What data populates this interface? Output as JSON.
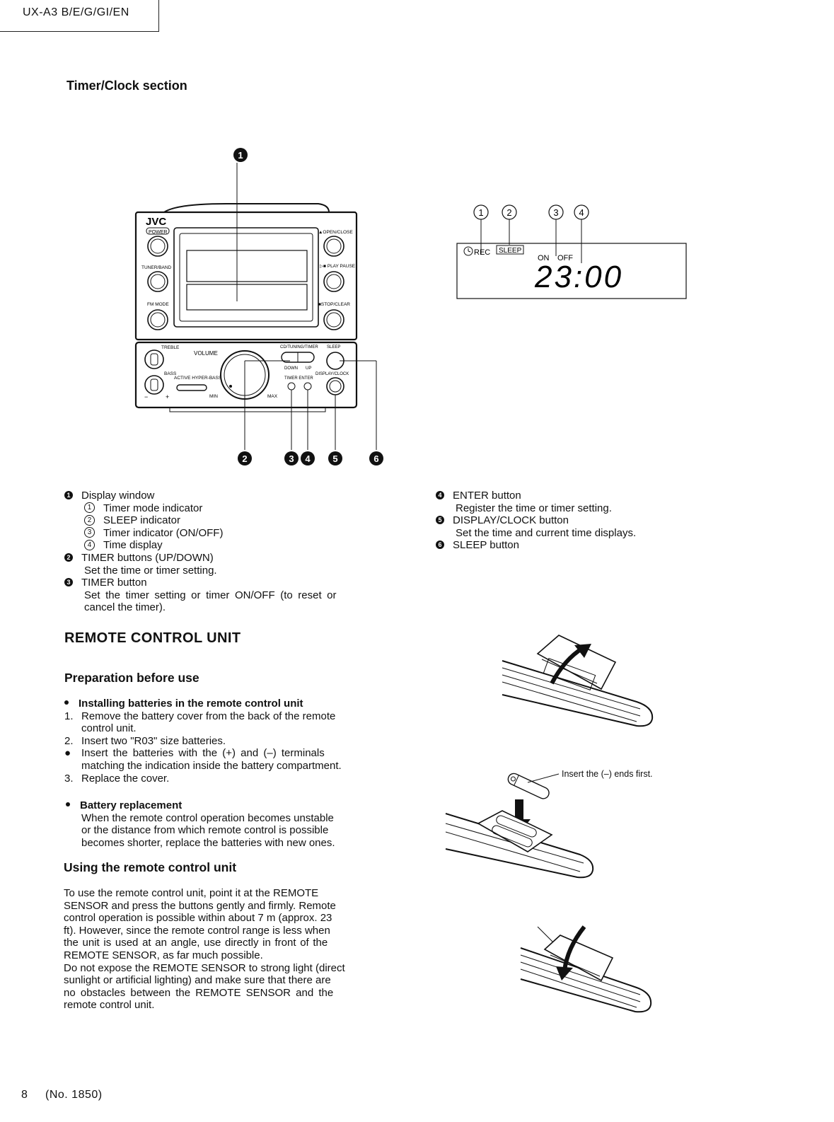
{
  "header": {
    "model": "UX-A3 B/E/G/GI/EN"
  },
  "timer_section": {
    "title": "Timer/Clock section"
  },
  "unit_figure": {
    "brand": "JVC",
    "labels": {
      "power": "POWER",
      "tuner_band": "TUNER/BAND",
      "fm_mode": "FM MODE",
      "open_close": "▲OPEN/CLOSE",
      "play_pause": "▷■ PLAY PAUSE",
      "stop_clear": "■STOP/CLEAR",
      "treble": "TREBLE",
      "volume": "VOLUME",
      "bass": "BASS",
      "active_hyper_bass": "ACTIVE HYPER-BASS",
      "cd_tuning_timer": "CD/TUNING/TIMER",
      "sleep": "SLEEP",
      "down": "DOWN",
      "up": "UP",
      "timer_enter": "TIMER ENTER",
      "display_clock": "DISPLAY/CLOCK",
      "min": "MIN",
      "max": "MAX",
      "minus": "−",
      "plus": "+"
    },
    "callouts": [
      "1",
      "2",
      "3",
      "4",
      "5",
      "6"
    ]
  },
  "display_figure": {
    "callouts": [
      "1",
      "2",
      "3",
      "4"
    ],
    "rec": "REC",
    "sleep": "SLEEP",
    "on": "ON",
    "off": "OFF",
    "time": "23:00"
  },
  "legend_left": [
    {
      "num": "1",
      "label": "Display window"
    },
    {
      "sub": "1",
      "label": "Timer mode indicator"
    },
    {
      "sub": "2",
      "label": "SLEEP indicator"
    },
    {
      "sub": "3",
      "label": "Timer indicator (ON/OFF)"
    },
    {
      "sub": "4",
      "label": "Time display"
    },
    {
      "num": "2",
      "label": "TIMER buttons (UP/DOWN)"
    },
    {
      "desc": "Set the time or timer setting."
    },
    {
      "num": "3",
      "label": "TIMER button"
    },
    {
      "desc": "Set the timer setting or timer ON/OFF (to reset or"
    },
    {
      "desc": "cancel the timer)."
    }
  ],
  "legend_right": [
    {
      "num": "4",
      "label": "ENTER button"
    },
    {
      "desc": "Register the time or timer setting."
    },
    {
      "num": "5",
      "label": "DISPLAY/CLOCK button"
    },
    {
      "desc": "Set the time and current time displays."
    },
    {
      "num": "6",
      "label": "SLEEP button"
    }
  ],
  "remote": {
    "title": "REMOTE CONTROL UNIT",
    "prep_title": "Preparation before use",
    "install_title": "Installing batteries in the remote control unit",
    "steps": [
      {
        "n": "1.",
        "text": "Remove the battery cover from the back of the remote",
        "cont": "control unit."
      },
      {
        "n": "2.",
        "text": "Insert two \"R03\" size batteries."
      },
      {
        "n": "●",
        "text": "Insert the batteries with the (+) and (–) terminals",
        "cont": "matching the indication inside the battery compartment."
      },
      {
        "n": "3.",
        "text": "Replace the cover."
      }
    ],
    "replace_title": "Battery replacement",
    "replace_lines": [
      "When the remote control operation becomes unstable",
      "or the distance from which remote control is possible",
      "becomes shorter, replace the batteries with new ones."
    ],
    "using_title": "Using the remote control unit",
    "using_lines": [
      "To use the remote control unit, point it at the REMOTE",
      "SENSOR and press the buttons gently and firmly. Remote",
      "control operation is possible within about 7 m (approx. 23",
      "ft). However, since the remote control range is less when",
      "the unit is used at an angle, use directly in front of the",
      "REMOTE SENSOR, as far much possible.",
      "Do not expose the REMOTE SENSOR to strong light (direct",
      "sunlight or artificial lighting) and make sure that there are",
      "no obstacles between the REMOTE SENSOR and the",
      "remote control unit."
    ],
    "insert_note": "Insert the (–) ends first."
  },
  "footer": {
    "page": "8",
    "doc": "(No. 1850)"
  }
}
